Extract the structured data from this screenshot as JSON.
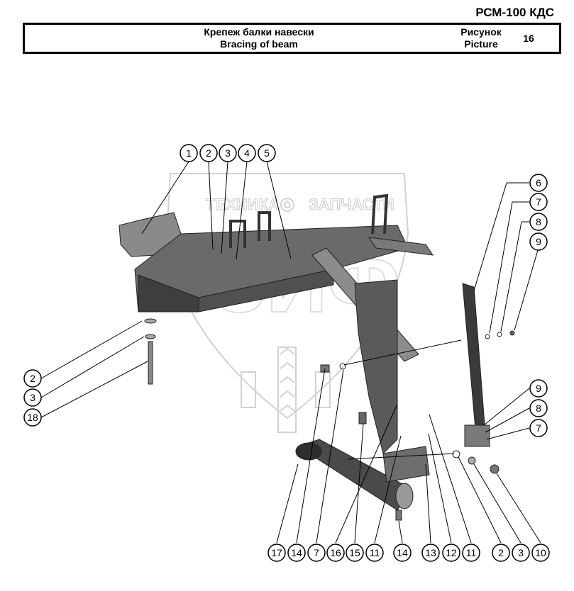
{
  "header": {
    "model": "РСМ-100 КДС",
    "title_ru": "Крепеж балки навески",
    "title_en": "Bracing of beam",
    "figure_label_ru": "Рисунок",
    "figure_label_en": "Picture",
    "figure_number": "16"
  },
  "watermark": {
    "left_word": "ТЕХНИКА",
    "right_word": "ЗАПЧАСТИ",
    "logo_letters": "ЗИФ",
    "gear_icon": "gear-icon"
  },
  "callouts": {
    "top_row": [
      "1",
      "2",
      "3",
      "4",
      "5"
    ],
    "right_top_column": [
      "6",
      "7",
      "8",
      "9"
    ],
    "right_mid_column": [
      "9",
      "8",
      "7"
    ],
    "left_column": [
      "2",
      "3",
      "18"
    ],
    "bottom_row": [
      "17",
      "14",
      "7",
      "16",
      "15",
      "11",
      "14",
      "13",
      "12",
      "11",
      "2",
      "3",
      "10"
    ]
  },
  "colors": {
    "part_dark": "#444444",
    "part_mid": "#6a6a6a",
    "part_light": "#9a9a9a",
    "watermark": "#cfcfcf",
    "line": "#000000"
  }
}
